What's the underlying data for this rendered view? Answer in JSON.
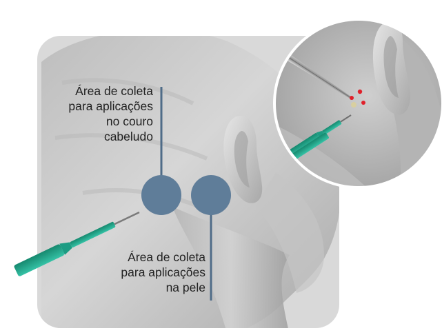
{
  "labels": {
    "scalp": {
      "line1": "Área de coleta",
      "line2": "para aplicações",
      "line3": "no couro",
      "line4": "cabeludo"
    },
    "skin": {
      "line1": "Área de coleta",
      "line2": "para aplicações",
      "line3": "na pele"
    }
  },
  "colors": {
    "panel_background": "#d9d9d9",
    "skin": "#c9c9c9",
    "marker_fill": "#5f7d99",
    "leader_line": "#4f6c88",
    "needle_teal": "#1fa88f",
    "blood_drop": "#e0202a"
  },
  "icons": {
    "collection_tool": "biopsy-punch-icon",
    "magnifier_tool": "forceps-icon"
  }
}
